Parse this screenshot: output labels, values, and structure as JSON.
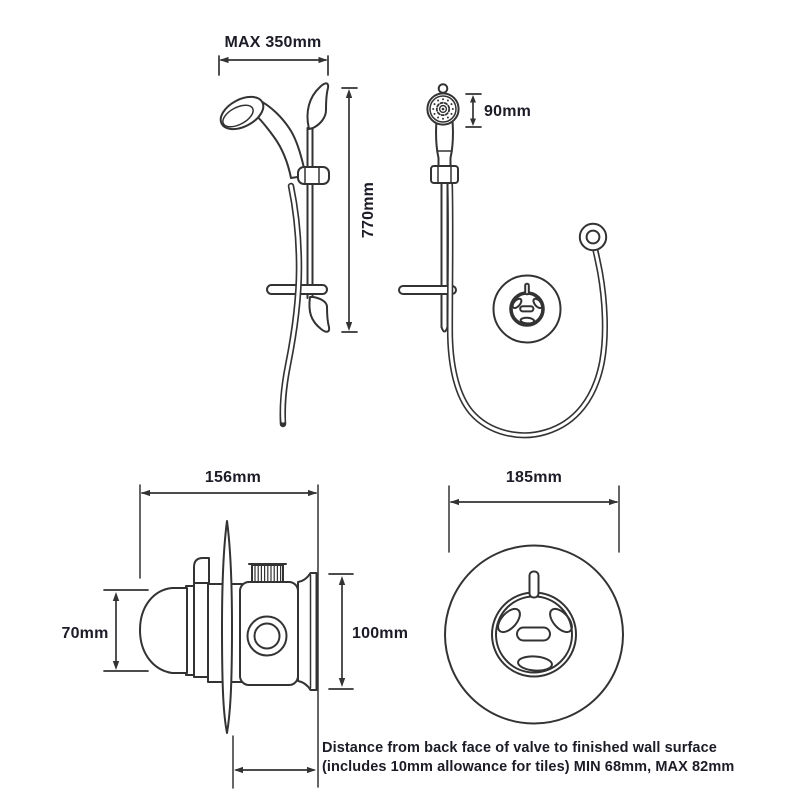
{
  "labels": {
    "max_width": "MAX 350mm",
    "rail_height": "770mm",
    "handset_diameter": "90mm",
    "valve_width": "156mm",
    "knob_height": "70mm",
    "valve_height": "100mm",
    "faceplate_diameter": "185mm"
  },
  "note": {
    "line1": "Distance from back face of valve to finished wall surface",
    "line2": "(includes 10mm allowance for tiles) MIN 68mm, MAX 82mm"
  },
  "colors": {
    "line": "#333333",
    "text": "#1c1c27",
    "background": "#ffffff"
  }
}
